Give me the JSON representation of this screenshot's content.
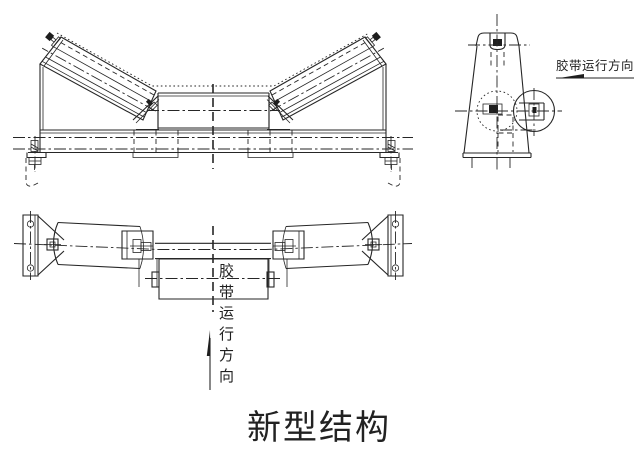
{
  "drawing": {
    "caption": "新型结构",
    "annotations": {
      "side_view_belt_direction": "胶带运行方向",
      "plan_view_belt_direction": "胶带运行方向"
    },
    "colors": {
      "line": "#262626",
      "background": "#ffffff",
      "caption_text": "#222222"
    }
  }
}
